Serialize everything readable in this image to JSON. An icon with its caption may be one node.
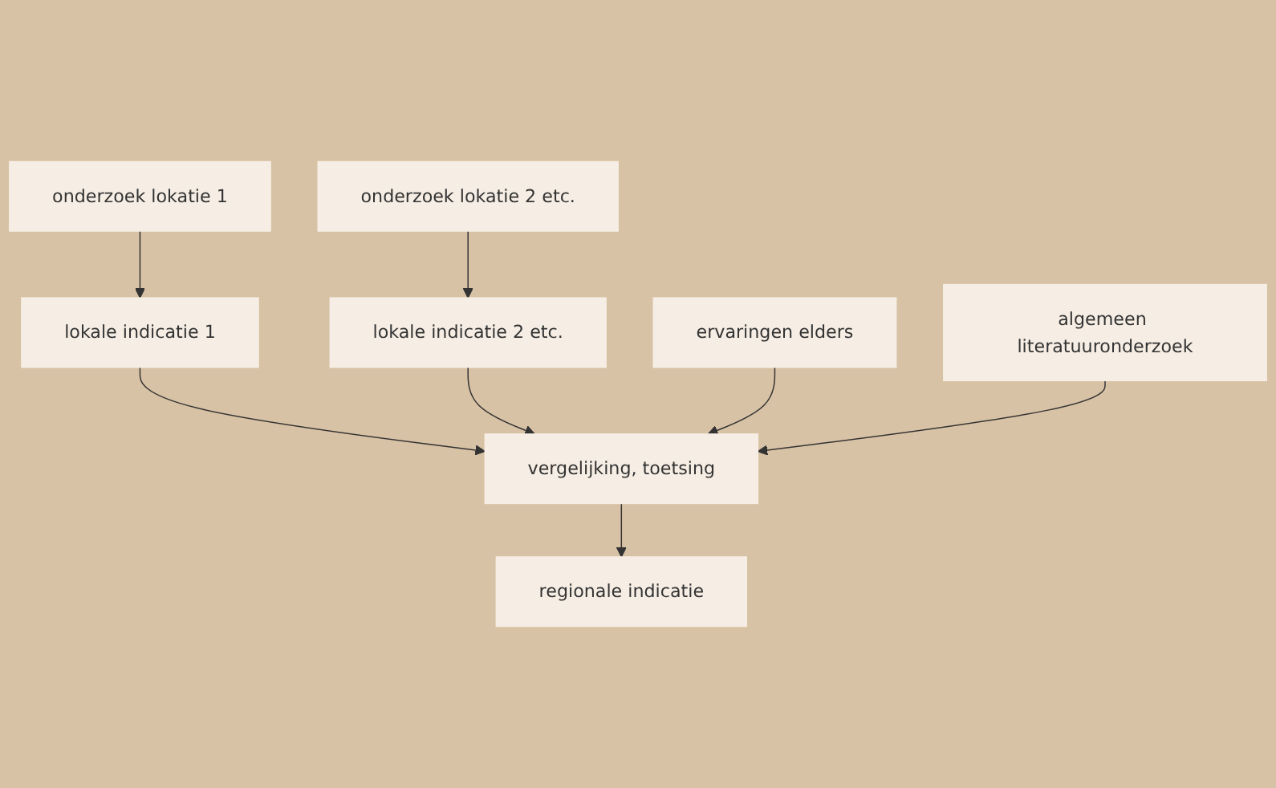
{
  "diagram": {
    "nodes": [
      {
        "text": [
          "onderzoek lokatie 1"
        ]
      },
      {
        "text": [
          "onderzoek lokatie 2 etc."
        ]
      },
      {
        "text": [
          "lokale indicatie 1"
        ]
      },
      {
        "text": [
          "lokale indicatie 2 etc."
        ]
      },
      {
        "text": [
          "vergelijking, toetsing"
        ]
      },
      {
        "text": [
          "ervaringen elders"
        ]
      },
      {
        "text": [
          "algemeen literatuuronderzoek"
        ]
      },
      {
        "text": [
          "regionale indicatie"
        ]
      }
    ],
    "edges": [
      {
        "from": 0,
        "to": 2,
        "arrow": "to"
      },
      {
        "from": 1,
        "to": 3,
        "arrow": "to"
      },
      {
        "from": 2,
        "to": 4,
        "arrow": "to"
      },
      {
        "from": 3,
        "to": 4,
        "arrow": "to"
      },
      {
        "from": 5,
        "to": 4,
        "arrow": "to"
      },
      {
        "from": 6,
        "to": 4,
        "arrow": "to"
      },
      {
        "from": 4,
        "to": 7,
        "arrow": "to"
      }
    ]
  }
}
